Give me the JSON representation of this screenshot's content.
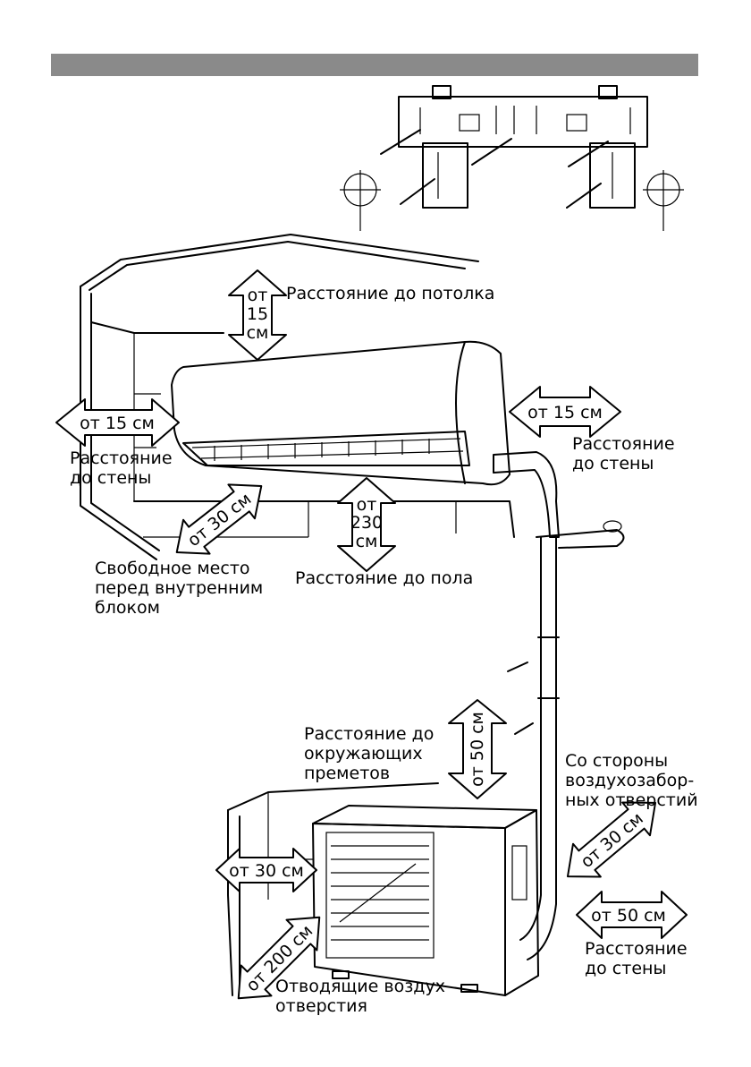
{
  "labels": {
    "ceiling_arrow_l1": "от",
    "ceiling_arrow_l2": "15",
    "ceiling_arrow_l3": "см",
    "ceiling_text": "Расстояние до потолка",
    "left_arrow": "от 15 см",
    "left_text_l1": "Расстояние",
    "left_text_l2": "до стены",
    "right_arrow": "от 15 см",
    "right_text_l1": "Расстояние",
    "right_text_l2": "до стены",
    "front_arrow": "от 30 см",
    "front_text_l1": "Свободное место",
    "front_text_l2": "перед внутренним",
    "front_text_l3": "блоком",
    "floor_arrow_l1": "от",
    "floor_arrow_l2": "230",
    "floor_arrow_l3": "см",
    "floor_text": "Расстояние до пола",
    "outdoor_top_l1": "Расстояние до",
    "outdoor_top_l2": "окружающих",
    "outdoor_top_l3": "преметов",
    "outdoor_top_arrow": "от 50 см",
    "intake_l1": "Со стороны",
    "intake_l2": "воздухозабор-",
    "intake_l3": "ных отверстий",
    "intake_arrow": "от 30 см",
    "outdoor_left_arrow": "от 30 см",
    "outdoor_front_arrow": "от 200 см",
    "exhaust_l1": "Отводящие воздух",
    "exhaust_l2": "отверстия",
    "outdoor_right_arrow": "от 50 см",
    "outdoor_right_text_l1": "Расстояние",
    "outdoor_right_text_l2": "до стены"
  }
}
